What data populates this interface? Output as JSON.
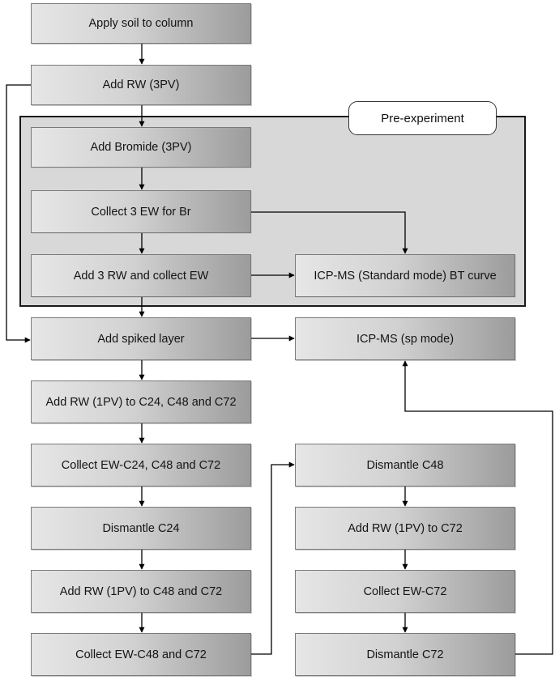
{
  "preexperiment_label": "Pre-experiment",
  "steps": {
    "apply_soil": "Apply soil to column",
    "add_rw_3pv": "Add RW (3PV)",
    "add_bromide": "Add Bromide (3PV)",
    "collect_3ew_br": "Collect 3 EW for Br",
    "add_3rw_collect_ew": "Add 3 RW and collect EW",
    "icpms_standard": "ICP-MS (Standard mode) BT curve",
    "add_spiked_layer": "Add  spiked layer",
    "icpms_sp": "ICP-MS (sp mode)",
    "add_rw_1pv_c24_c48_c72": "Add RW (1PV) to C24, C48 and C72",
    "collect_ew_c24_c48_c72": "Collect EW-C24, C48 and C72",
    "dismantle_c24": "Dismantle C24",
    "add_rw_1pv_c48_c72": "Add RW (1PV) to C48 and C72",
    "collect_ew_c48_c72": "Collect EW-C48 and C72",
    "dismantle_c48": "Dismantle C48",
    "add_rw_1pv_c72": "Add RW (1PV) to C72",
    "collect_ew_c72": "Collect EW-C72",
    "dismantle_c72": "Dismantle C72"
  }
}
